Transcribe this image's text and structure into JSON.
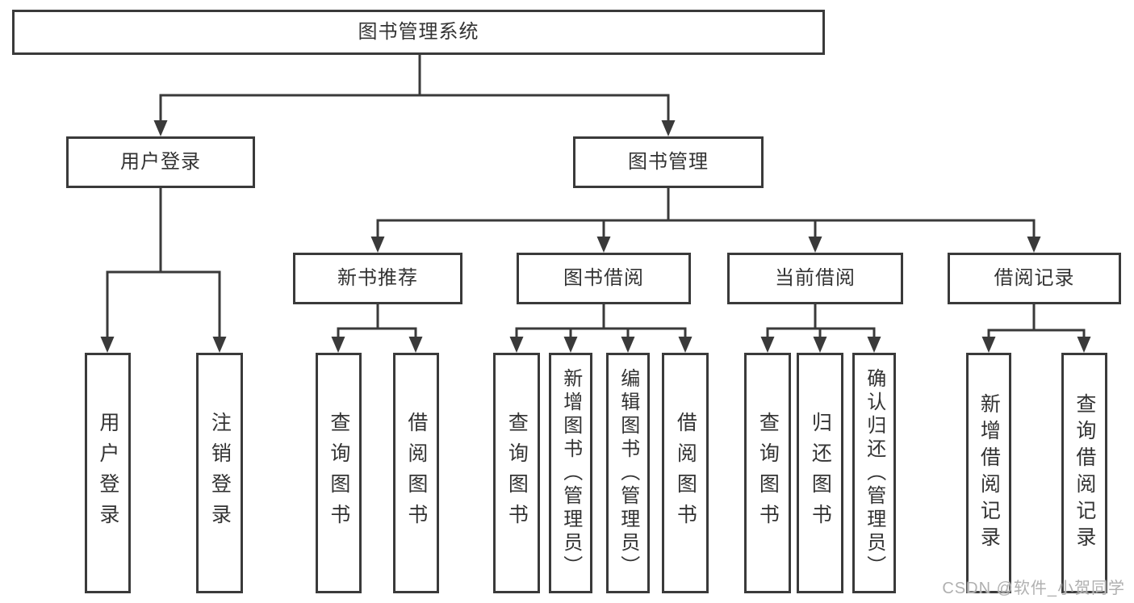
{
  "tree": {
    "label": "图书管理系统",
    "children": [
      {
        "label": "用户登录",
        "children": [
          {
            "label": "用户登录"
          },
          {
            "label": "注销登录"
          }
        ]
      },
      {
        "label": "图书管理",
        "children": [
          {
            "label": "新书推荐",
            "children": [
              {
                "label": "查询图书"
              },
              {
                "label": "借阅图书"
              }
            ]
          },
          {
            "label": "图书借阅",
            "children": [
              {
                "label": "查询图书"
              },
              {
                "label": "新增图书（管理员）"
              },
              {
                "label": "编辑图书（管理员）"
              },
              {
                "label": "借阅图书"
              }
            ]
          },
          {
            "label": "当前借阅",
            "children": [
              {
                "label": "查询图书"
              },
              {
                "label": "归还图书"
              },
              {
                "label": "确认归还（管理员）"
              }
            ]
          },
          {
            "label": "借阅记录",
            "children": [
              {
                "label": "新增借阅记录"
              },
              {
                "label": "查询借阅记录"
              }
            ]
          }
        ]
      }
    ]
  },
  "watermark": {
    "text": "CSDN @软件_小贺同学"
  },
  "colors": {
    "line": "#3a3a3a",
    "text": "#333333",
    "box_background": "#ffffff",
    "watermark": "#b0b0b0"
  }
}
